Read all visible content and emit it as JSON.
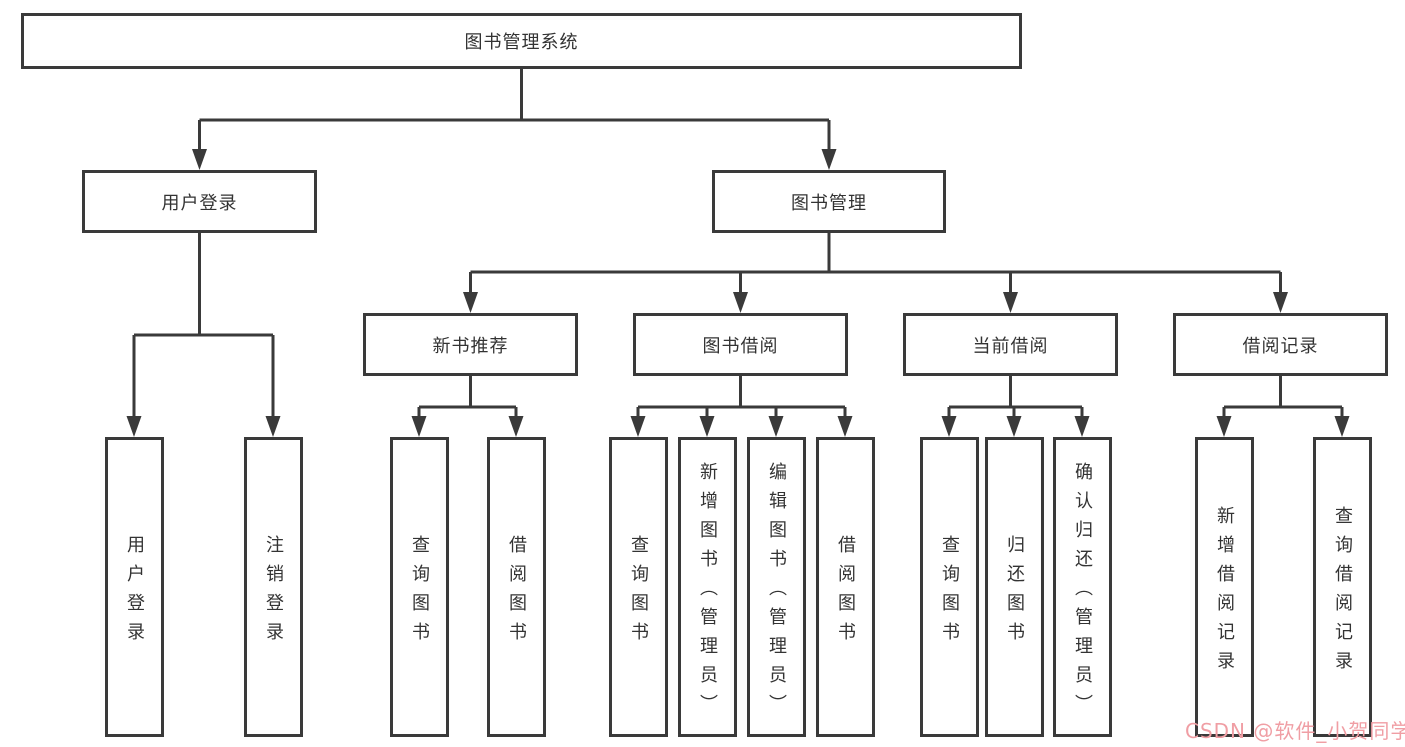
{
  "tree": {
    "label": "图书管理系统",
    "children": [
      {
        "label": "用户登录",
        "children": [
          {
            "label": "用户登录"
          },
          {
            "label": "注销登录"
          }
        ]
      },
      {
        "label": "图书管理",
        "children": [
          {
            "label": "新书推荐",
            "children": [
              {
                "label": "查询图书"
              },
              {
                "label": "借阅图书"
              }
            ]
          },
          {
            "label": "图书借阅",
            "children": [
              {
                "label": "查询图书"
              },
              {
                "label": "新增图书（管理员）"
              },
              {
                "label": "编辑图书（管理员）"
              },
              {
                "label": "借阅图书"
              }
            ]
          },
          {
            "label": "当前借阅",
            "children": [
              {
                "label": "查询图书"
              },
              {
                "label": "归还图书"
              },
              {
                "label": "确认归还（管理员）"
              }
            ]
          },
          {
            "label": "借阅记录",
            "children": [
              {
                "label": "新增借阅记录"
              },
              {
                "label": "查询借阅记录"
              }
            ]
          }
        ]
      }
    ]
  },
  "watermark": {
    "text": "CSDN @软件_小贺同学",
    "color": "#f09ea4"
  },
  "colors": {
    "line": "#3a3a3a",
    "text": "#333333",
    "background": "#ffffff"
  }
}
